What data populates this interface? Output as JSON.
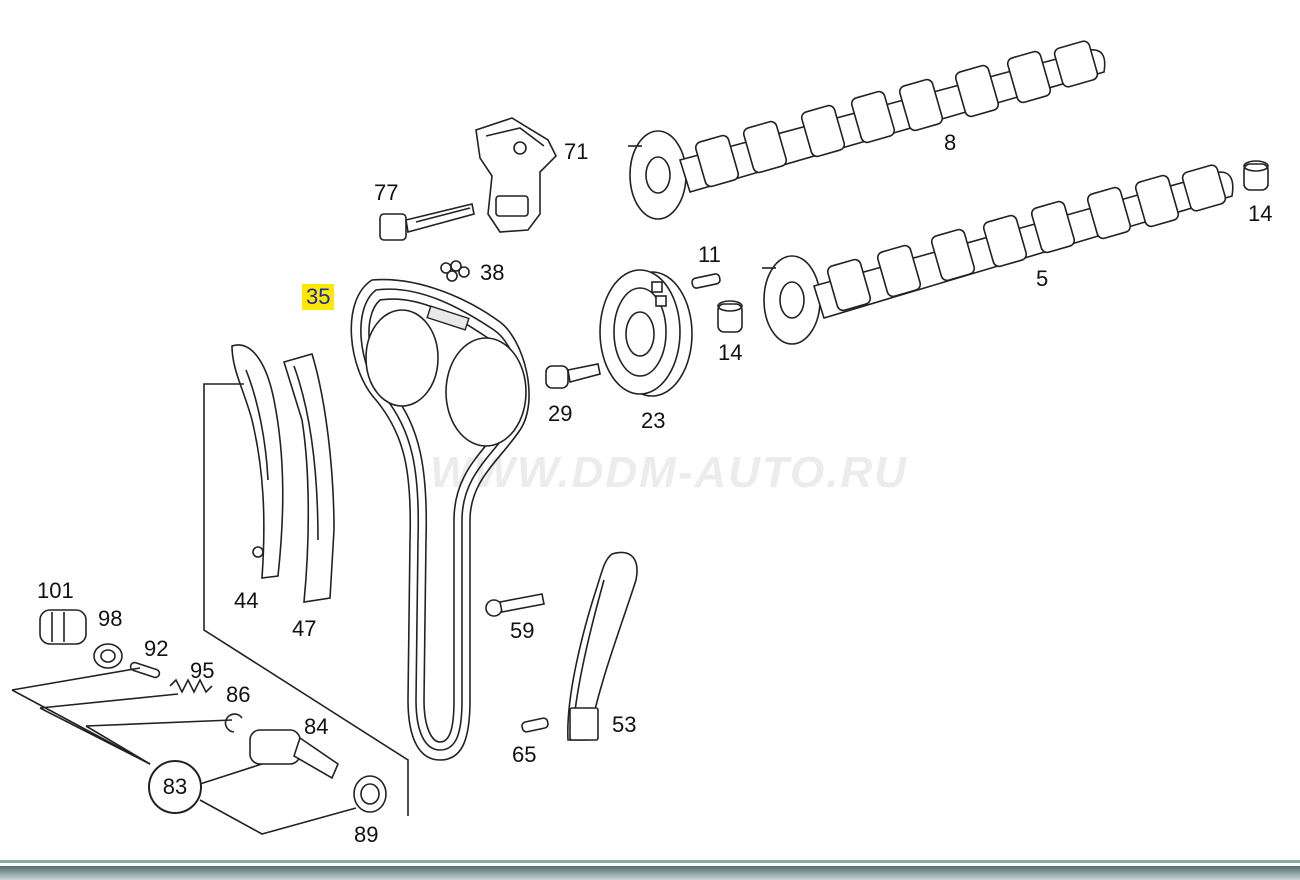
{
  "watermark": "WWW.DDM-AUTO.RU",
  "highlight_color": "#ffe800",
  "selected_part": "35",
  "labels": {
    "p71": "71",
    "p8": "8",
    "p77": "77",
    "p14a": "14",
    "p38": "38",
    "p11": "11",
    "p5": "5",
    "p35": "35",
    "p14b": "14",
    "p29": "29",
    "p23": "23",
    "p44": "44",
    "p47": "47",
    "p101": "101",
    "p98": "98",
    "p92": "92",
    "p95": "95",
    "p86": "86",
    "p84": "84",
    "p59": "59",
    "p53": "53",
    "p65": "65",
    "p83": "83",
    "p89": "89"
  }
}
